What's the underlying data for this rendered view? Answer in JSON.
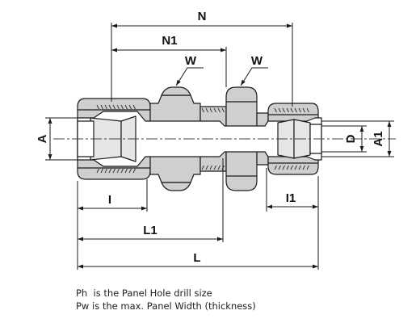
{
  "labels": {
    "N": "N",
    "N1": "N1",
    "W_left": "W",
    "W_right": "W",
    "A": "A",
    "D": "D",
    "A1": "A1",
    "I": "I",
    "I1": "I1",
    "L1": "L1",
    "L": "L"
  },
  "notes": [
    "Ph  is the Panel Hole drill size",
    "Pw is the max. Panel Width (thickness)"
  ],
  "colors": {
    "body_fill": "#cfcfcf",
    "bore_fill": "#ffffff",
    "line": "#1a1a1a",
    "centerline": "#444444"
  }
}
